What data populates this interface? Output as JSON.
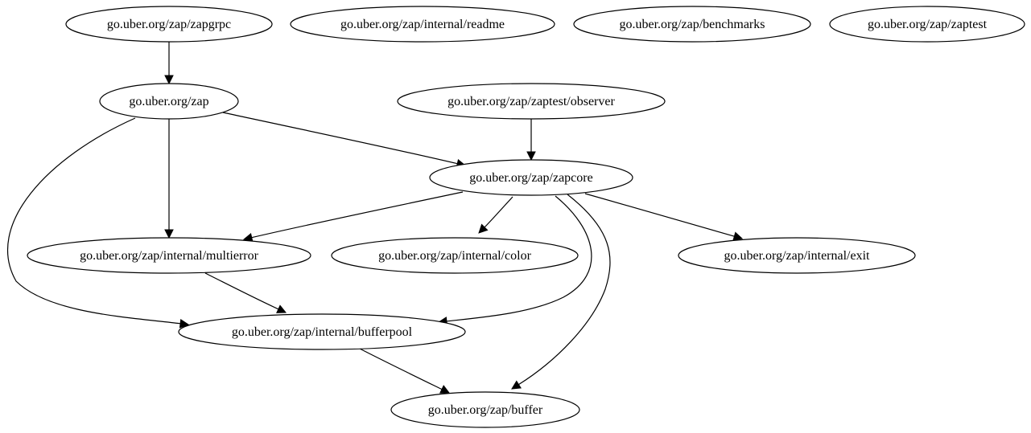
{
  "diagram": {
    "nodes": [
      {
        "id": "zapgrpc",
        "label": "go.uber.org/zap/zapgrpc"
      },
      {
        "id": "readme",
        "label": "go.uber.org/zap/internal/readme"
      },
      {
        "id": "benchmarks",
        "label": "go.uber.org/zap/benchmarks"
      },
      {
        "id": "zaptest",
        "label": "go.uber.org/zap/zaptest"
      },
      {
        "id": "zap",
        "label": "go.uber.org/zap"
      },
      {
        "id": "observer",
        "label": "go.uber.org/zap/zaptest/observer"
      },
      {
        "id": "zapcore",
        "label": "go.uber.org/zap/zapcore"
      },
      {
        "id": "multierror",
        "label": "go.uber.org/zap/internal/multierror"
      },
      {
        "id": "color",
        "label": "go.uber.org/zap/internal/color"
      },
      {
        "id": "exit",
        "label": "go.uber.org/zap/internal/exit"
      },
      {
        "id": "bufferpool",
        "label": "go.uber.org/zap/internal/bufferpool"
      },
      {
        "id": "buffer",
        "label": "go.uber.org/zap/buffer"
      }
    ],
    "edges": [
      {
        "from": "zapgrpc",
        "to": "zap"
      },
      {
        "from": "zap",
        "to": "zapcore"
      },
      {
        "from": "zap",
        "to": "multierror"
      },
      {
        "from": "zap",
        "to": "bufferpool"
      },
      {
        "from": "observer",
        "to": "zapcore"
      },
      {
        "from": "zapcore",
        "to": "multierror"
      },
      {
        "from": "zapcore",
        "to": "color"
      },
      {
        "from": "zapcore",
        "to": "exit"
      },
      {
        "from": "zapcore",
        "to": "bufferpool"
      },
      {
        "from": "zapcore",
        "to": "buffer"
      },
      {
        "from": "multierror",
        "to": "bufferpool"
      },
      {
        "from": "bufferpool",
        "to": "buffer"
      }
    ],
    "colors": {
      "stroke": "#000000",
      "fill": "#ffffff",
      "text": "#000000"
    }
  }
}
